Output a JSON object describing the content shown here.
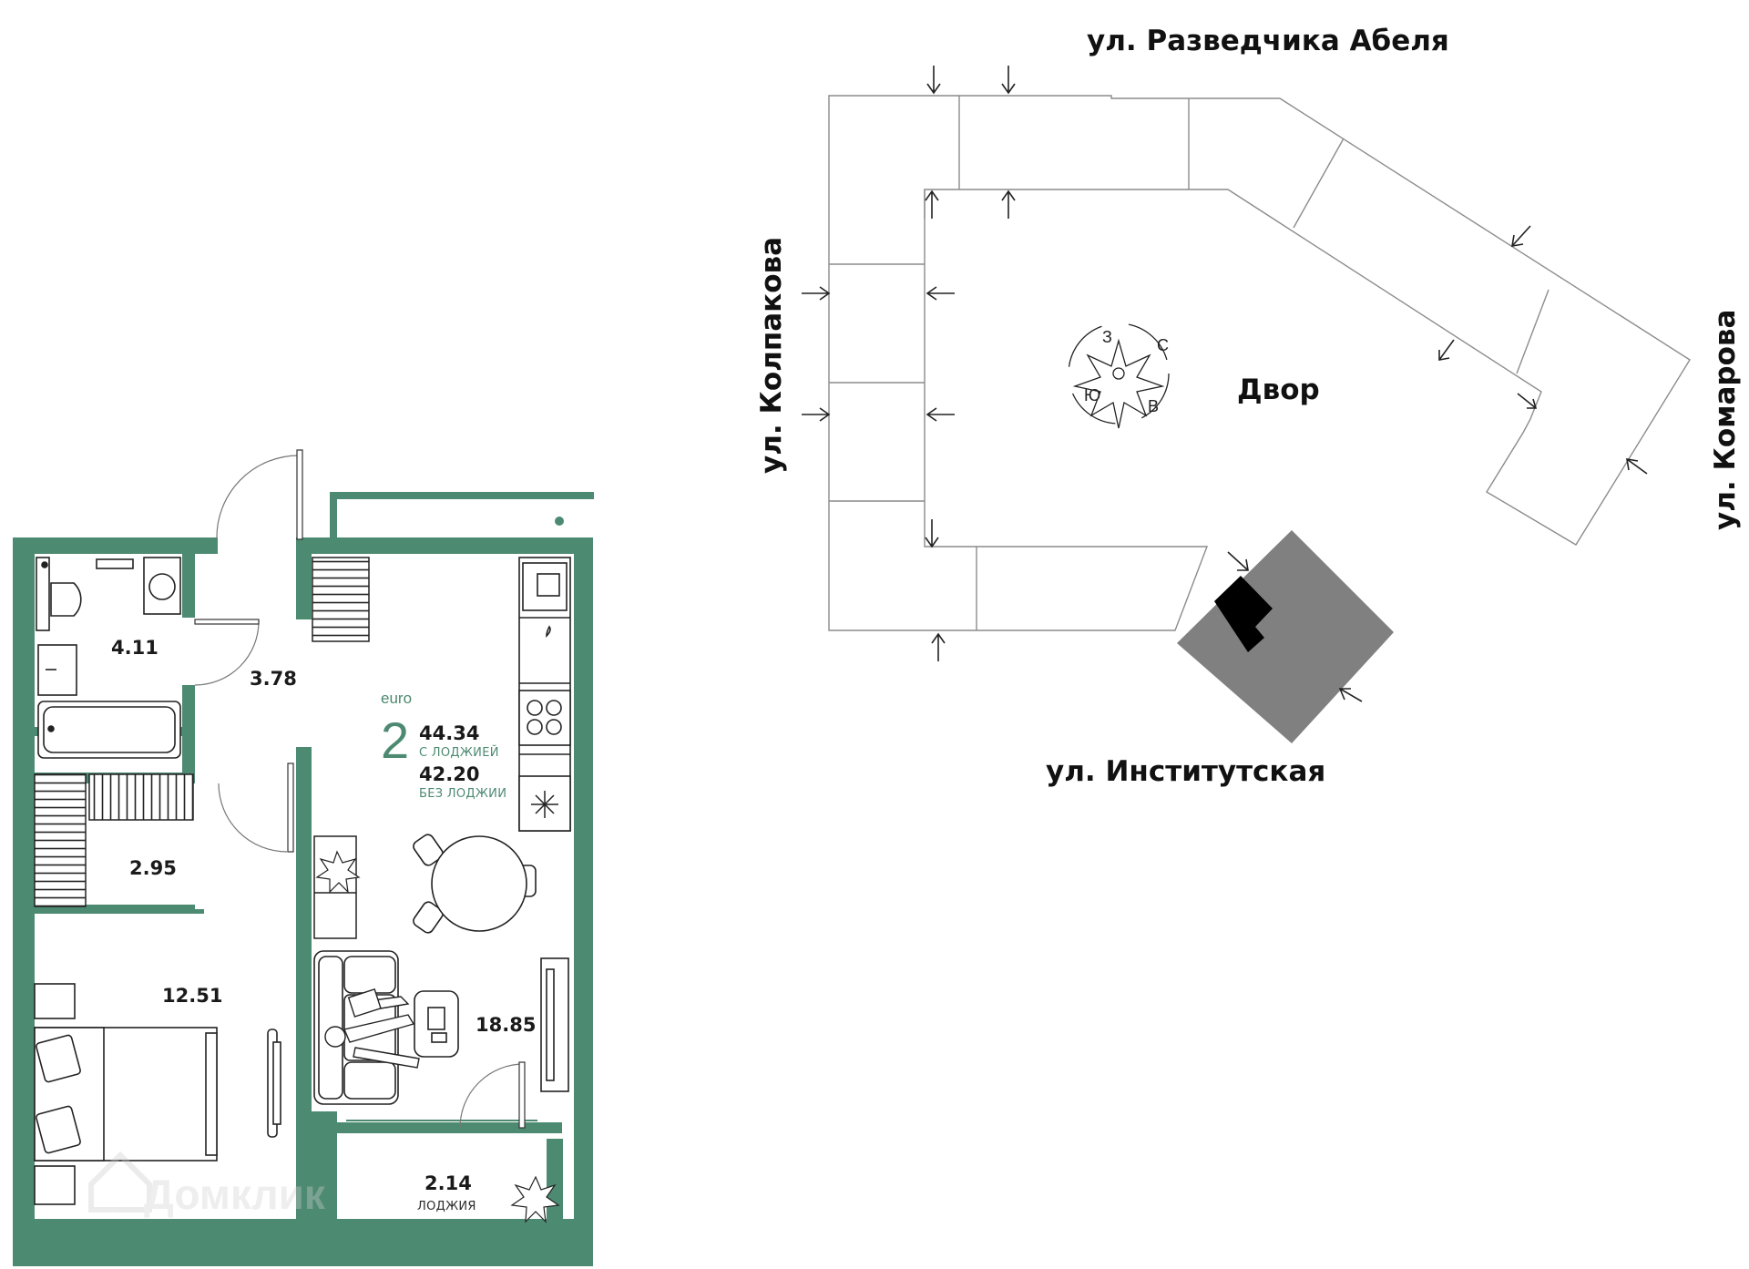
{
  "plan": {
    "type_label": "euro",
    "rooms_count": "2",
    "area_total": "44.34",
    "area_total_caption": "С ЛОДЖИЕЙ",
    "area_living": "42.20",
    "area_living_caption": "БЕЗ ЛОДЖИИ",
    "rooms": [
      {
        "id": "bathroom",
        "area": "4.11"
      },
      {
        "id": "hallway",
        "area": "3.78"
      },
      {
        "id": "wardrobe",
        "area": "2.95"
      },
      {
        "id": "bedroom",
        "area": "12.51"
      },
      {
        "id": "kitchen-living",
        "area": "18.85"
      },
      {
        "id": "loggia",
        "area": "2.14",
        "caption": "ЛОДЖИЯ"
      }
    ],
    "watermark": "Домклик"
  },
  "site": {
    "streets": {
      "north": "ул. Разведчика Абеля",
      "west": "ул. Колпакова",
      "east": "ул. Комарова",
      "south": "ул. Институтская"
    },
    "yard_label": "Двор",
    "compass": {
      "n": "С",
      "e": "В",
      "s": "Ю",
      "w": "З"
    }
  },
  "colors": {
    "wall": "#4d8a72",
    "building_highlight": "#808080",
    "apartment_marker": "#000000",
    "outline": "#8c8c8c"
  }
}
